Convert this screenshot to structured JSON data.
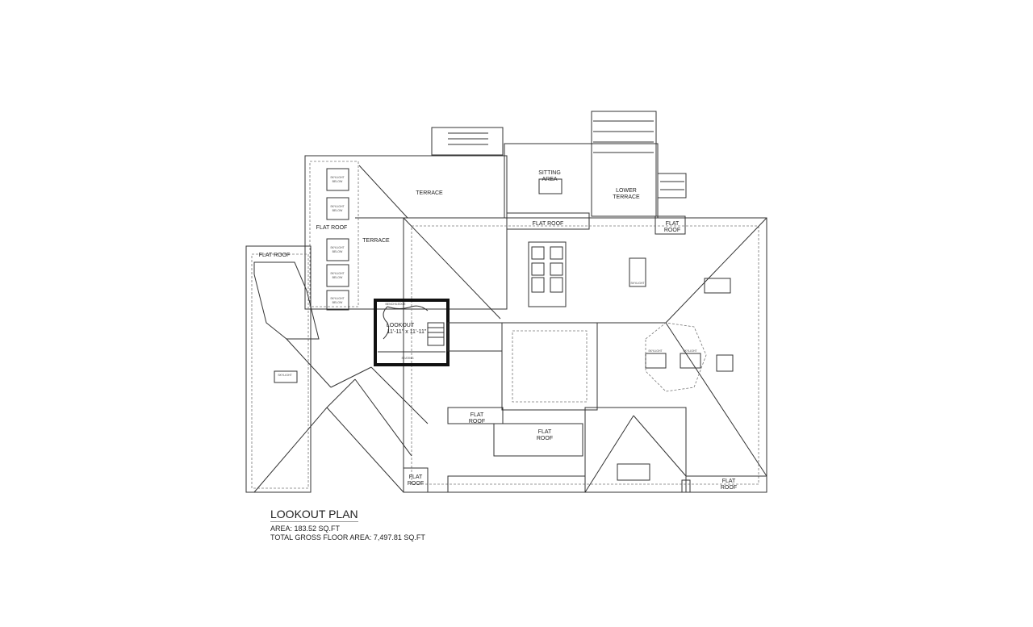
{
  "plan": {
    "title": "LOOKOUT PLAN",
    "area": "AREA: 183.52 SQ.FT",
    "total_area": "TOTAL GROSS FLOOR AREA: 7,497.81 SQ.FT"
  },
  "labels": {
    "terrace": "TERRACE",
    "flat_roof": "FLAT ROOF",
    "flat": "FLAT",
    "roof": "ROOF",
    "sitting": "SITTING",
    "area": "AREA",
    "lower": "LOWER",
    "lookout": "LOOKOUT",
    "lookout_dims": "11'-11\" x 11'-11\"",
    "skylight": "SKYLIGHT",
    "below": "BELOW",
    "seating": "SEATING",
    "bench": "BENCH/LEDGE"
  }
}
